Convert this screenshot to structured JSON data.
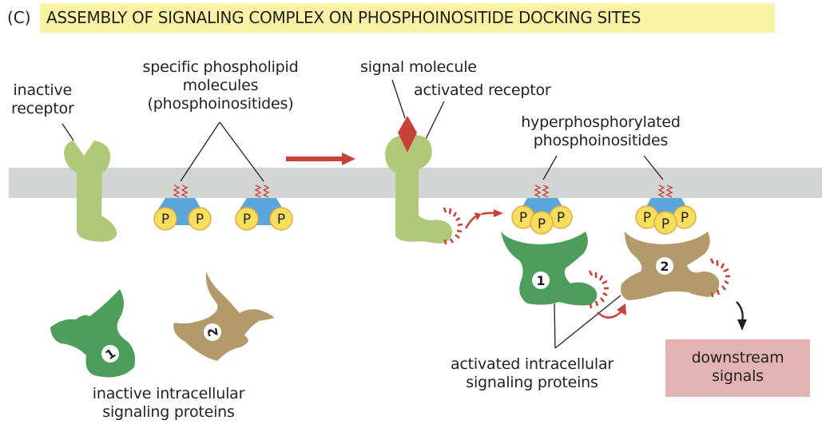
{
  "panel": {
    "letter": "(C)",
    "title": "ASSEMBLY OF SIGNALING COMPLEX ON PHOSPHOINOSITIDE DOCKING SITES"
  },
  "labels": {
    "inactive_receptor": [
      "inactive",
      "receptor"
    ],
    "phospholipids": [
      "specific phospholipid",
      "molecules",
      "(phosphoinositides)"
    ],
    "signal_molecule": "signal molecule",
    "activated_receptor": "activated receptor",
    "hyperphosphorylated": [
      "hyperphosphorylated",
      "phosphoinositides"
    ],
    "inactive_proteins": [
      "inactive intracellular",
      "signaling proteins"
    ],
    "activated_proteins": [
      "activated intracellular",
      "signaling proteins"
    ],
    "downstream": [
      "downstream",
      "signals"
    ]
  },
  "symbols": {
    "phosphate": "P",
    "protein_1": "1",
    "protein_2": "2"
  },
  "colors": {
    "title_band": "#f9f4a5",
    "membrane": "#d2d6d3",
    "receptor": "#b0c978",
    "protein_1": "#4d9d5c",
    "protein_2": "#b39a6d",
    "phosphate": "#f5df5c",
    "phosphate_edge": "#e8a746",
    "inositol": "#5aa6dc",
    "signal": "#c9423a",
    "arrow": "#c9423a",
    "downstream_box": "#e3b2b2"
  }
}
